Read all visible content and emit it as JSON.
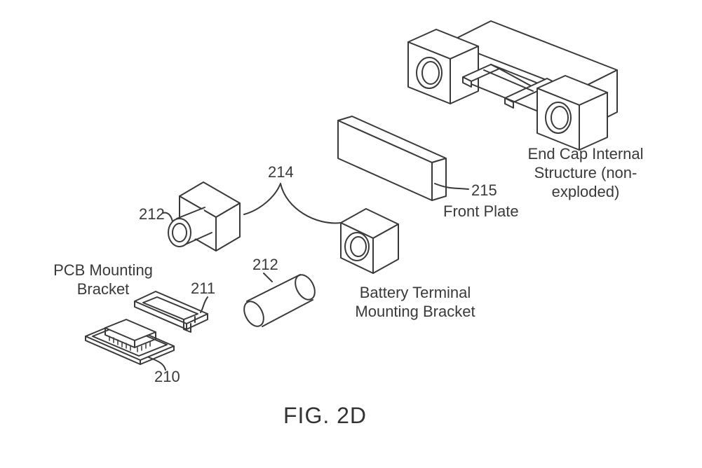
{
  "figure_caption": "FIG. 2D",
  "labels": {
    "ref_212_top": "212",
    "ref_214": "214",
    "ref_215": "215",
    "front_plate": "Front Plate",
    "end_cap_line1": "End Cap Internal",
    "end_cap_line2": "Structure (non-",
    "end_cap_line3": "exploded)",
    "ref_212_bottom": "212",
    "pcb_line1": "PCB Mounting",
    "pcb_line2": "Bracket",
    "ref_211": "211",
    "battery_line1": "Battery Terminal",
    "battery_line2": "Mounting Bracket",
    "ref_210": "210"
  }
}
